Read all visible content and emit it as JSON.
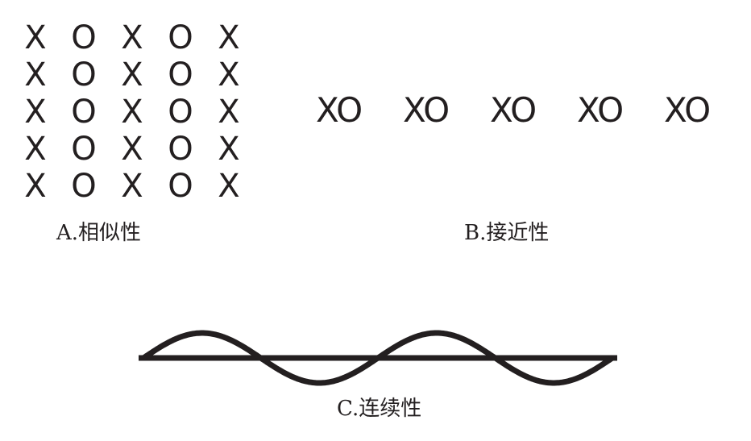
{
  "similarity": {
    "rows": [
      [
        "X",
        "O",
        "X",
        "O",
        "X"
      ],
      [
        "X",
        "O",
        "X",
        "O",
        "X"
      ],
      [
        "X",
        "O",
        "X",
        "O",
        "X"
      ],
      [
        "X",
        "O",
        "X",
        "O",
        "X"
      ],
      [
        "X",
        "O",
        "X",
        "O",
        "X"
      ]
    ],
    "caption": "A.相似性"
  },
  "proximity": {
    "pairs": [
      "XO",
      "XO",
      "XO",
      "XO",
      "XO"
    ],
    "caption": "B.接近性"
  },
  "continuity": {
    "caption": "C.连续性"
  },
  "colors": {
    "ink": "#231f20",
    "background": "#ffffff"
  }
}
